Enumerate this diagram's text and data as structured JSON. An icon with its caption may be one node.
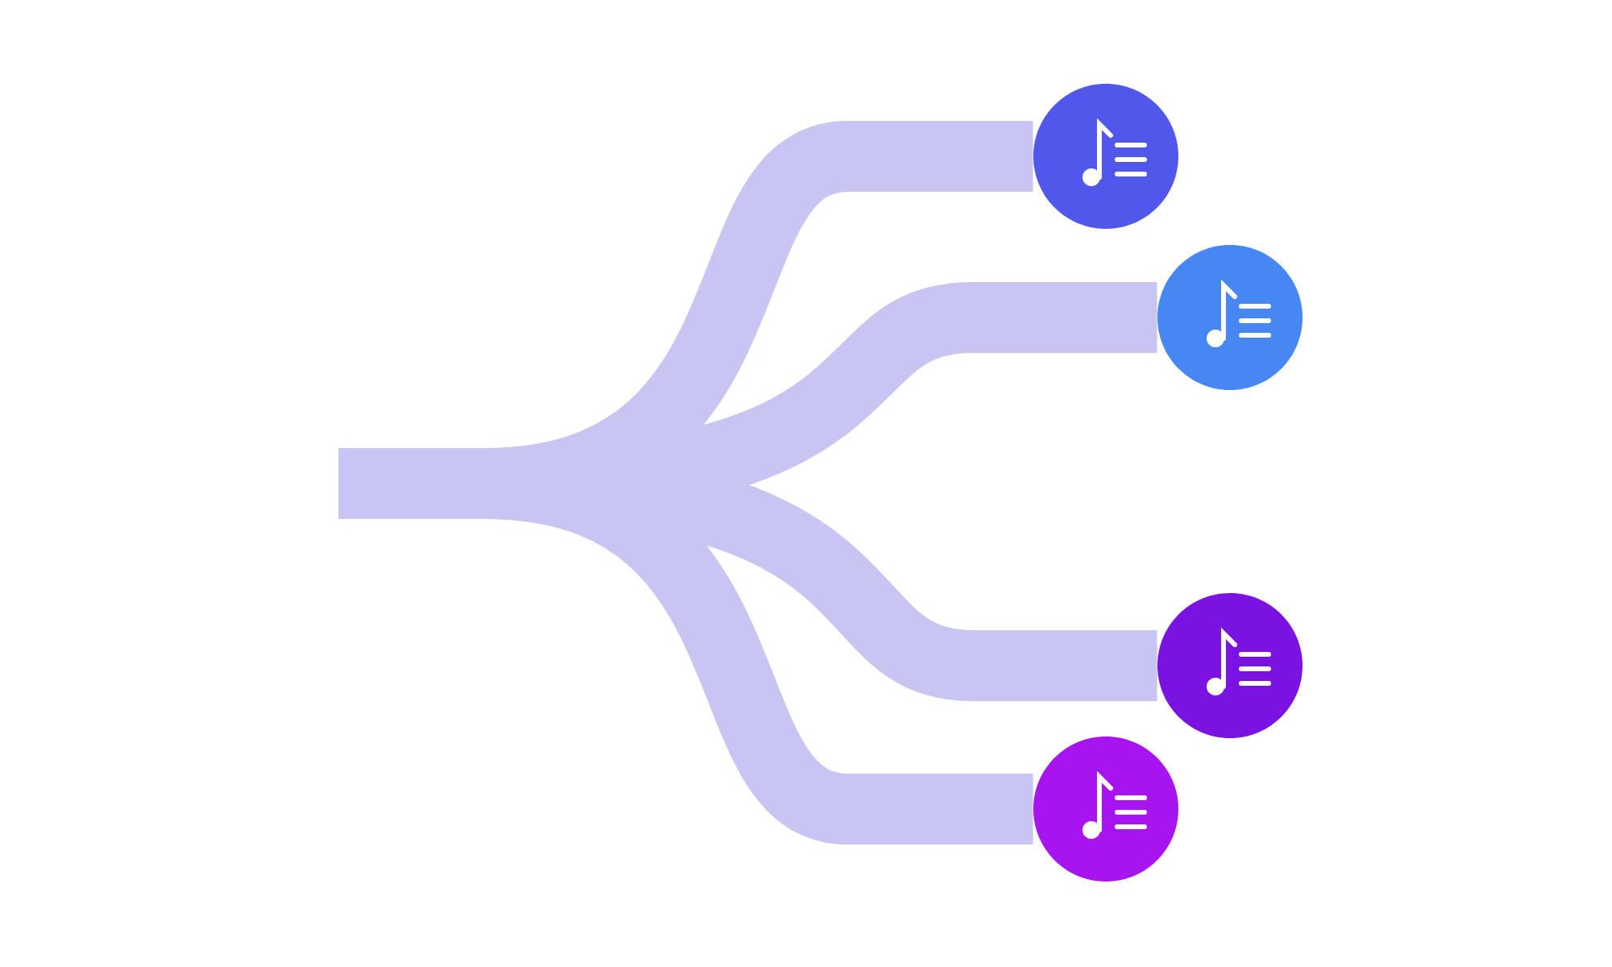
{
  "diagram": {
    "nodes": [
      {
        "text": [],
        "shape": "circle"
      },
      {
        "text": [],
        "shape": "circle"
      },
      {
        "text": [],
        "shape": "circle"
      },
      {
        "text": [],
        "shape": "circle"
      }
    ],
    "edges": [
      {
        "from": null,
        "to": 0,
        "arrow": "none"
      },
      {
        "from": null,
        "to": 1,
        "arrow": "none"
      },
      {
        "from": null,
        "to": 2,
        "arrow": "none"
      },
      {
        "from": null,
        "to": 3,
        "arrow": "none"
      }
    ]
  }
}
